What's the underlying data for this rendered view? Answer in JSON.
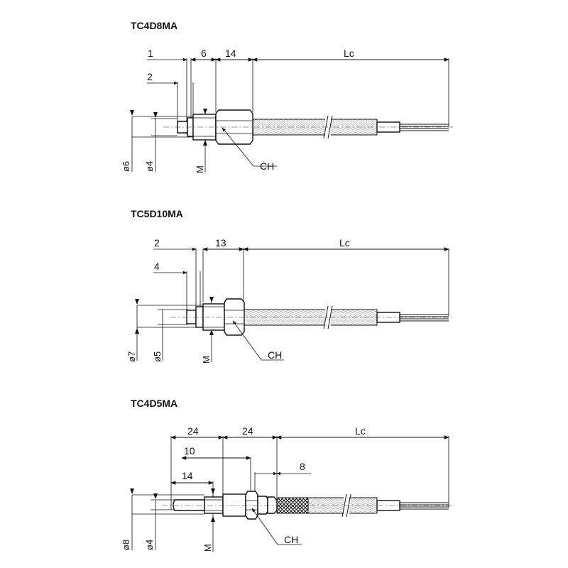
{
  "models": [
    {
      "title": "TC4D8MA",
      "dims_top": [
        "1",
        "6",
        "14",
        "Lc"
      ],
      "dims_upper": [
        "2"
      ],
      "dims_left": [
        "ø6",
        "ø4",
        "M"
      ],
      "callout": "CH"
    },
    {
      "title": "TC5D10MA",
      "dims_top": [
        "2",
        "13",
        "Lc"
      ],
      "dims_upper": [
        "4"
      ],
      "dims_left": [
        "ø7",
        "ø5",
        "M"
      ],
      "callout": "CH"
    },
    {
      "title": "TC4D5MA",
      "dims_top": [
        "24",
        "24",
        "Lc"
      ],
      "dims_upper": [
        "10",
        "8",
        "14"
      ],
      "dims_left": [
        "ø8",
        "ø4",
        "M"
      ],
      "callout": "CH"
    }
  ]
}
